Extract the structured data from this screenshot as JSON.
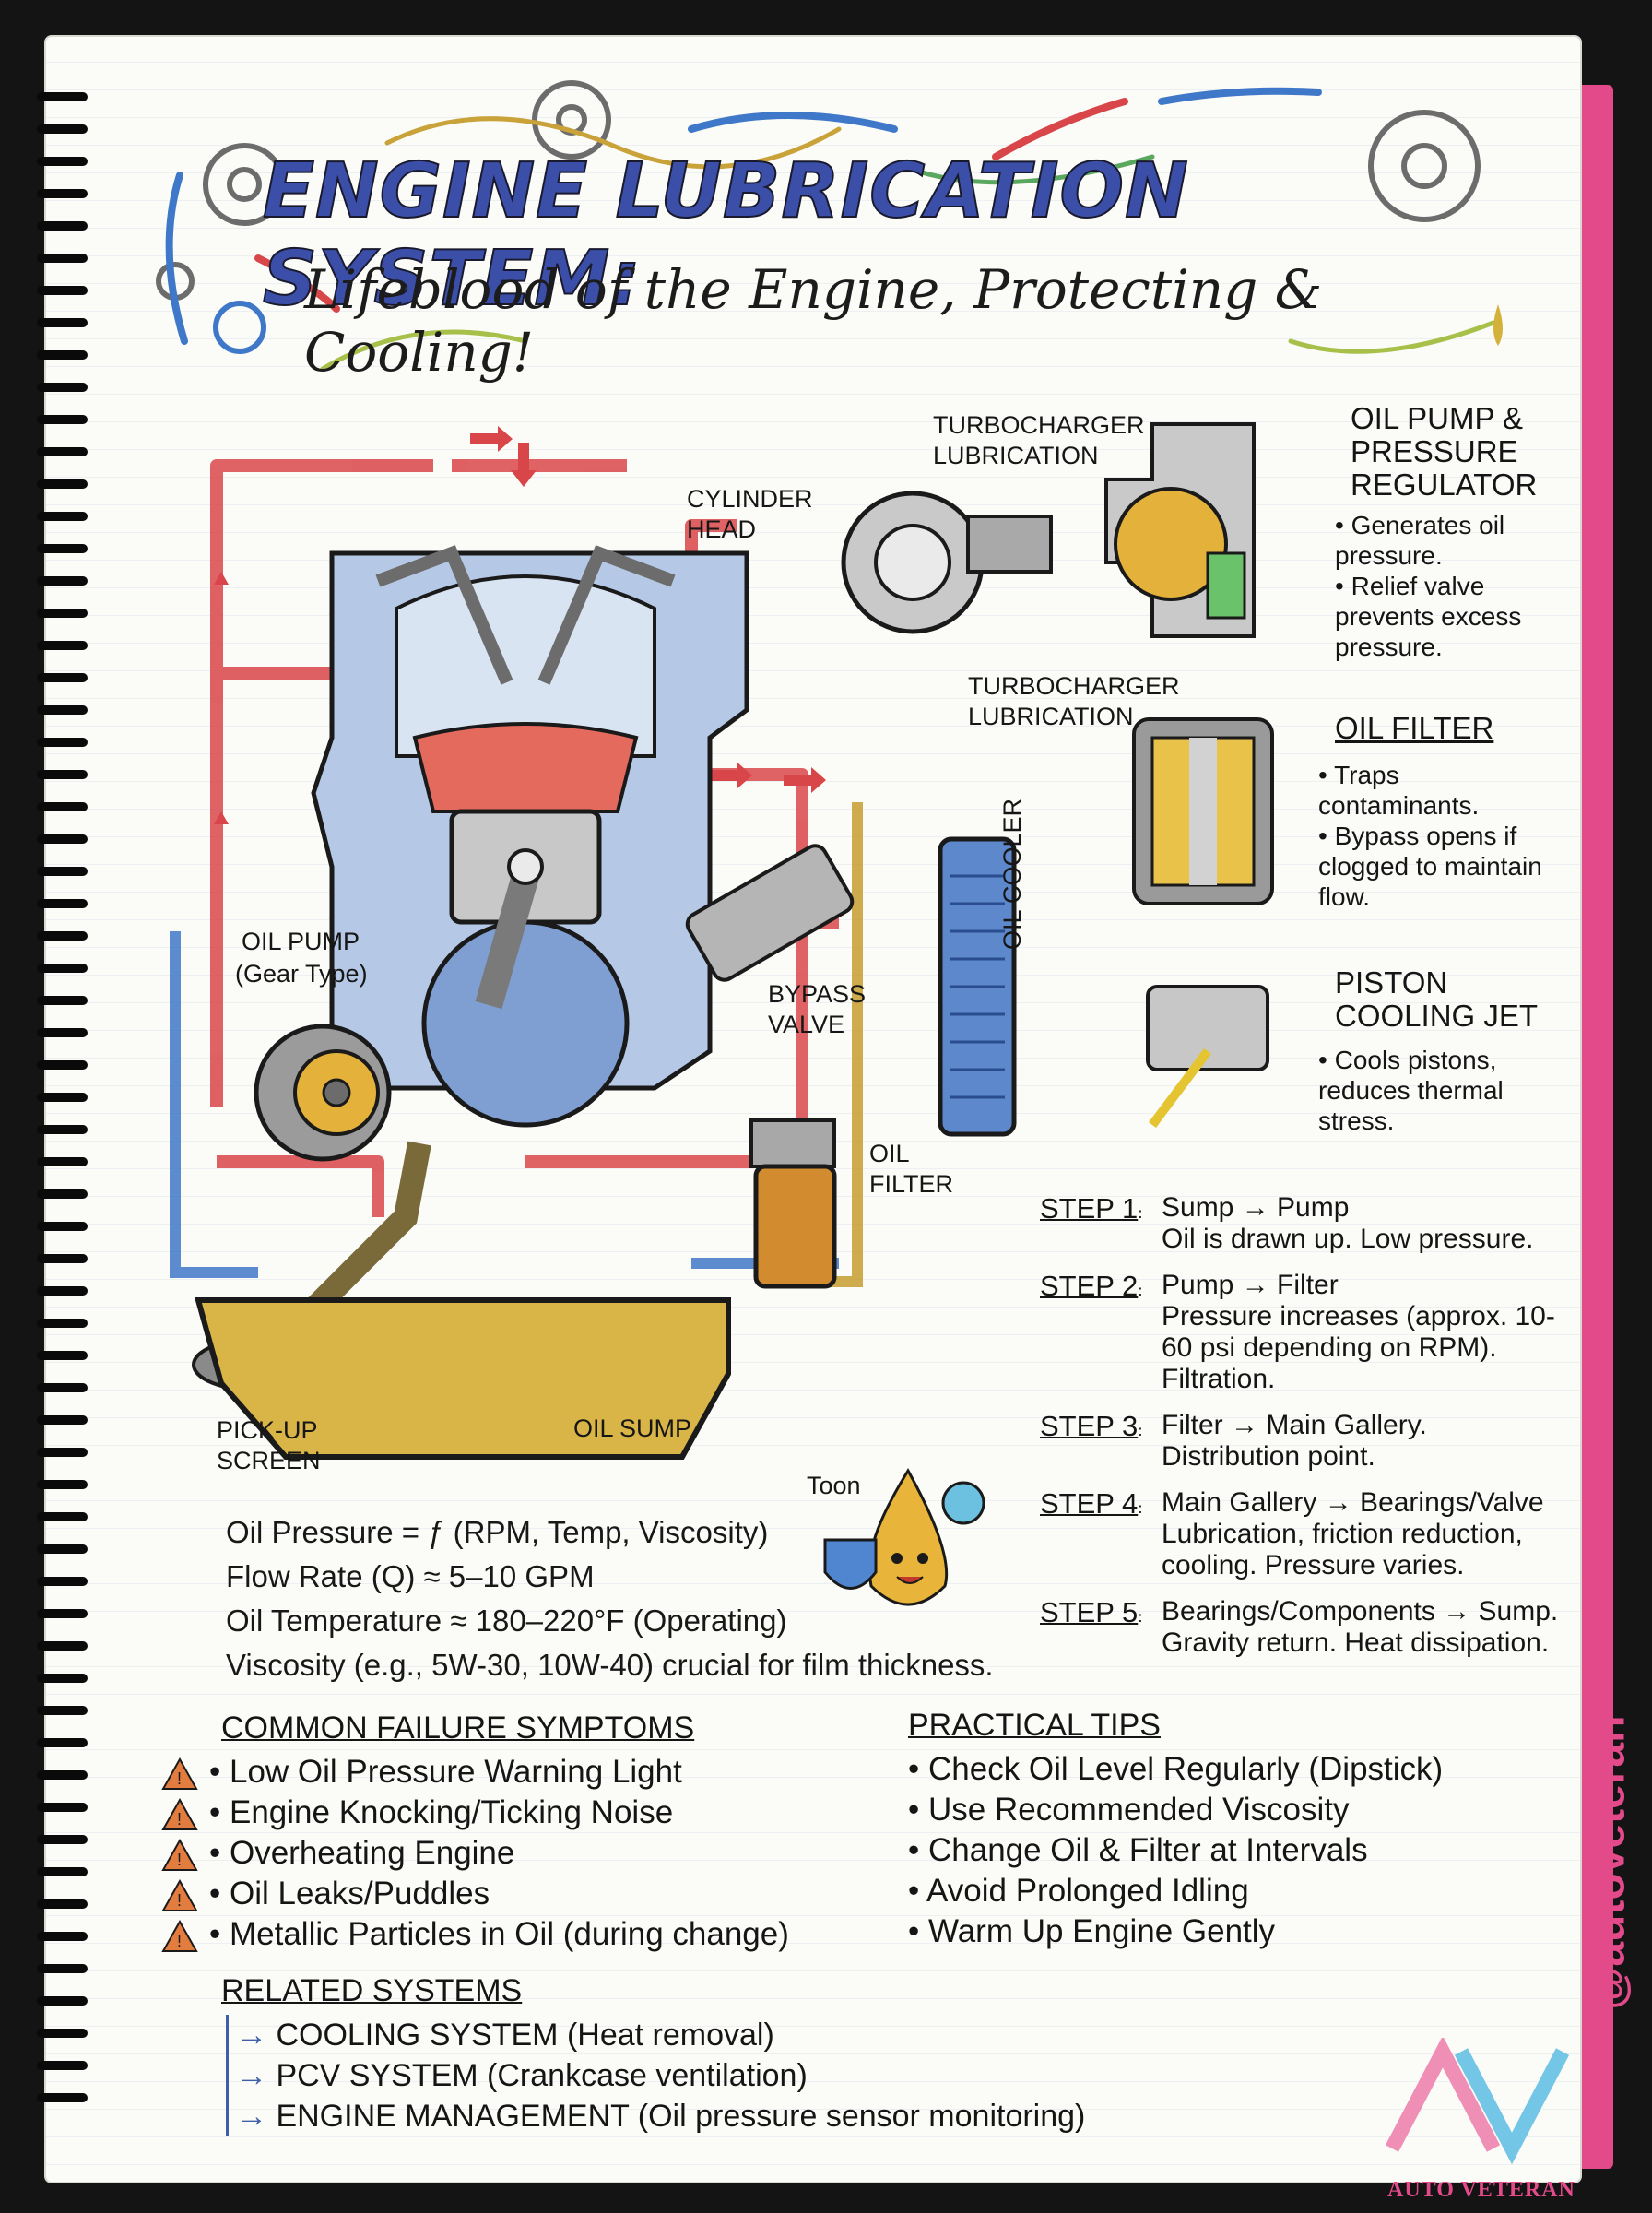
{
  "header": {
    "title": "ENGINE LUBRICATION SYSTEM:",
    "subtitle": "Lifeblood of the Engine, Protecting & Cooling!"
  },
  "diagram": {
    "labels": {
      "turbo_top": "TURBOCHARGER LUBRICATION",
      "turbo_bottom": "TURBOCHARGER LUBRICATION",
      "cylinder_head": "CYLINDER HEAD",
      "oil_pump": "OIL PUMP",
      "oil_pump_type": "(Gear Type)",
      "bypass_valve": "BYPASS VALVE",
      "oil_filter": "OIL FILTER",
      "oil_cooler": "OIL COOLER",
      "pickup_screen": "PICK-UP SCREEN",
      "oil_sump": "OIL SUMP",
      "toon": "Toon"
    },
    "colors": {
      "hot": "#d9464a",
      "cool": "#3f78c8",
      "oil": "#c9a23a",
      "ink": "#1a1a1a"
    }
  },
  "components": [
    {
      "title": "OIL PUMP & PRESSURE REGULATOR",
      "bullets": [
        "Generates oil pressure.",
        "Relief valve prevents excess pressure."
      ]
    },
    {
      "title": "OIL FILTER",
      "bullets": [
        "Traps contaminants.",
        "Bypass opens if clogged to maintain flow."
      ]
    },
    {
      "title": "PISTON COOLING JET",
      "bullets": [
        "Cools pistons, reduces thermal stress."
      ]
    }
  ],
  "steps": [
    {
      "name": "STEP 1",
      "route": "Sump → Pump",
      "detail": "Oil is drawn up. Low pressure."
    },
    {
      "name": "STEP 2",
      "route": "Pump → Filter",
      "detail": "Pressure increases (approx. 10-60 psi depending on RPM). Filtration."
    },
    {
      "name": "STEP 3",
      "route": "Filter → Main Gallery.",
      "detail": "Distribution point."
    },
    {
      "name": "STEP 4",
      "route": "Main Gallery → Bearings/Valve",
      "detail": "Lubrication, friction reduction, cooling. Pressure varies."
    },
    {
      "name": "STEP 5",
      "route": "Bearings/Components → Sump.",
      "detail": "Gravity return. Heat dissipation."
    }
  ],
  "formulas": [
    "Oil Pressure = ƒ (RPM, Temp, Viscosity)",
    "Flow Rate (Q) ≈ 5–10 GPM",
    "Oil Temperature ≈ 180–220°F (Operating)",
    "Viscosity (e.g., 5W-30, 10W-40) crucial for film thickness."
  ],
  "failures": {
    "heading": "COMMON FAILURE SYMPTOMS",
    "items": [
      "Low Oil Pressure Warning Light",
      "Engine Knocking/Ticking Noise",
      "Overheating Engine",
      "Oil Leaks/Puddles",
      "Metallic Particles in Oil (during change)"
    ]
  },
  "tips": {
    "heading": "PRACTICAL TIPS",
    "items": [
      "Check Oil Level Regularly (Dipstick)",
      "Use Recommended Viscosity",
      "Change Oil & Filter at Intervals",
      "Avoid Prolonged Idling",
      "Warm Up Engine Gently"
    ]
  },
  "related": {
    "heading": "RELATED SYSTEMS",
    "items": [
      "COOLING SYSTEM (Heat removal)",
      "PCV SYSTEM (Crankcase ventilation)",
      "ENGINE MANAGEMENT (Oil pressure sensor monitoring)"
    ]
  },
  "branding": {
    "handle": "@autoveteran",
    "logo_text": "AUTO VETERAN"
  },
  "icons": [
    "warning-icon",
    "gear-icon",
    "arrow-icon",
    "oil-drop-mascot",
    "shield-icon",
    "pinwheel-icon"
  ]
}
